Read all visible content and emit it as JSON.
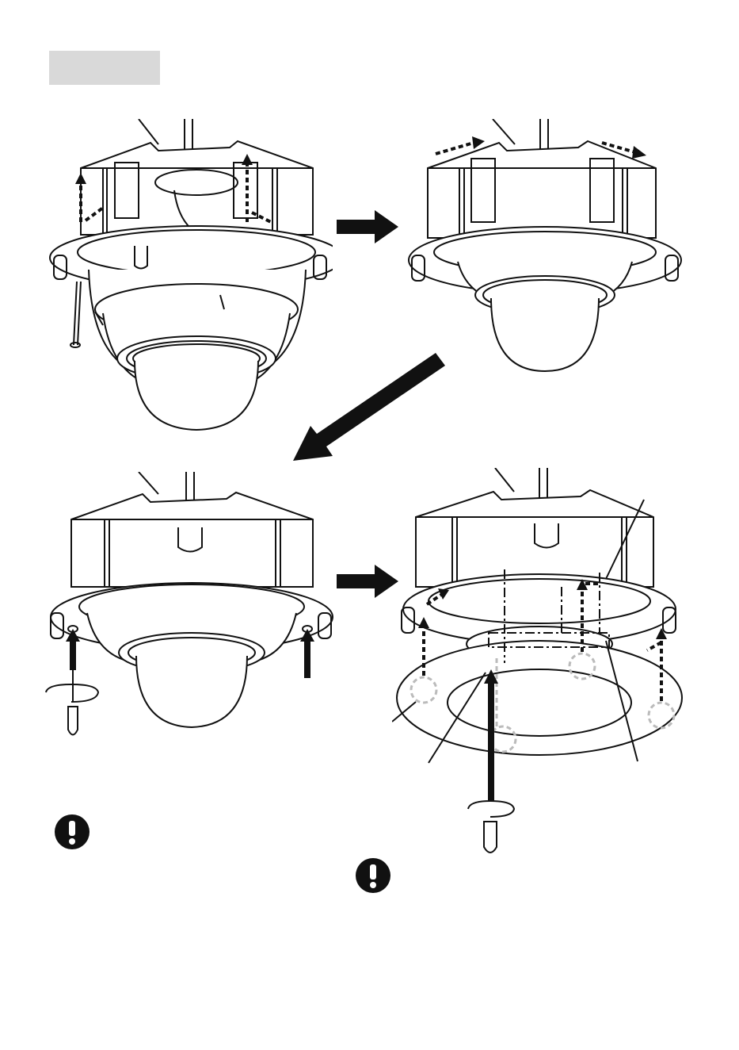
{
  "page": {
    "background_color": "#ffffff",
    "line_color": "#111111",
    "section_tab_color": "#d9d9d9",
    "guide_mark_color": "#bbbbbb"
  },
  "section_tab": {
    "label": ""
  },
  "steps": [
    {
      "id": "step-1",
      "illustration": "camera-dome-mounted-in-ceiling-box-icon",
      "motion": "dashed-up-arrow-icon"
    },
    {
      "id": "step-2",
      "illustration": "camera-dome-body-removed-icon",
      "motion": "dashed-slide-arrow-icon"
    },
    {
      "id": "step-3",
      "illustration": "camera-base-screw-fastening-icon",
      "tool": "screwdriver-icon"
    },
    {
      "id": "step-4",
      "illustration": "decoration-cover-attachment-icon",
      "tool": "screwdriver-icon"
    }
  ],
  "arrows": {
    "step1_to_step2": "right-arrow-icon",
    "step2_to_step3": "diagonal-down-left-arrow-icon",
    "step3_to_step4": "right-arrow-icon"
  },
  "notices": [
    {
      "id": "notice-1",
      "icon": "exclamation-mark-icon",
      "text": ""
    },
    {
      "id": "notice-2",
      "icon": "exclamation-mark-icon",
      "text": ""
    }
  ]
}
